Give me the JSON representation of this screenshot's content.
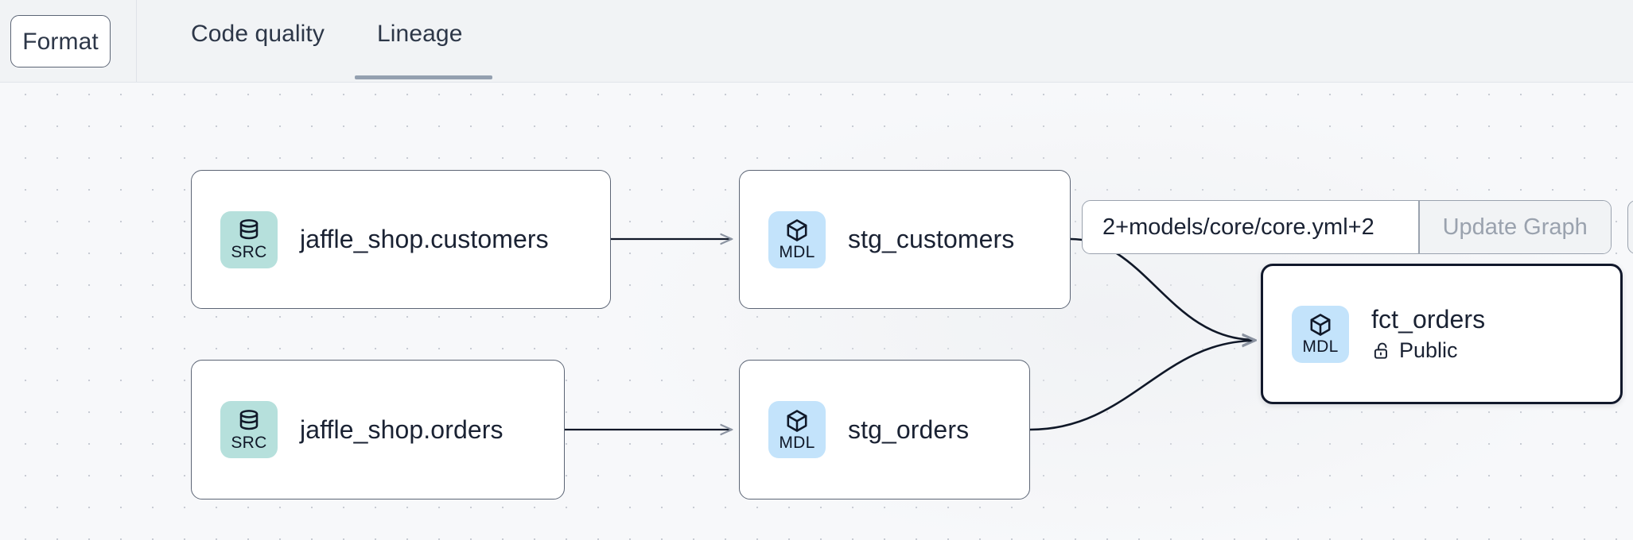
{
  "toolbar": {
    "format_label": "Format",
    "tabs": [
      {
        "label": "Code quality",
        "active": false
      },
      {
        "label": "Lineage",
        "active": true
      }
    ]
  },
  "graph_control": {
    "selector_value": "2+models/core/core.yml+2",
    "selector_placeholder": "",
    "update_button_label": "Update Graph"
  },
  "colors": {
    "src_badge": "#b6e0dc",
    "mdl_badge": "#c3e3fb",
    "node_border": "#5c6575",
    "selected_border": "#11182b",
    "tab_underline": "#94a0b0",
    "canvas_bg": "#f7f8fa",
    "toolbar_bg": "#f1f3f5",
    "edge_stroke": "#101828"
  },
  "lineage": {
    "nodes": [
      {
        "id": "src_customers",
        "type": "SRC",
        "badge_label": "SRC",
        "icon": "database-icon",
        "title": "jaffle_shop.customers",
        "subtitle": null,
        "selected": false
      },
      {
        "id": "stg_customers",
        "type": "MDL",
        "badge_label": "MDL",
        "icon": "cube-icon",
        "title": "stg_customers",
        "subtitle": null,
        "selected": false
      },
      {
        "id": "src_orders",
        "type": "SRC",
        "badge_label": "SRC",
        "icon": "database-icon",
        "title": "jaffle_shop.orders",
        "subtitle": null,
        "selected": false
      },
      {
        "id": "stg_orders",
        "type": "MDL",
        "badge_label": "MDL",
        "icon": "cube-icon",
        "title": "stg_orders",
        "subtitle": null,
        "selected": false
      },
      {
        "id": "fct_orders",
        "type": "MDL",
        "badge_label": "MDL",
        "icon": "cube-icon",
        "title": "fct_orders",
        "subtitle": "Public",
        "subtitle_icon": "unlock-icon",
        "selected": true
      }
    ],
    "edges": [
      {
        "from": "src_customers",
        "to": "stg_customers"
      },
      {
        "from": "src_orders",
        "to": "stg_orders"
      },
      {
        "from": "stg_customers",
        "to": "fct_orders"
      },
      {
        "from": "stg_orders",
        "to": "fct_orders"
      }
    ]
  }
}
